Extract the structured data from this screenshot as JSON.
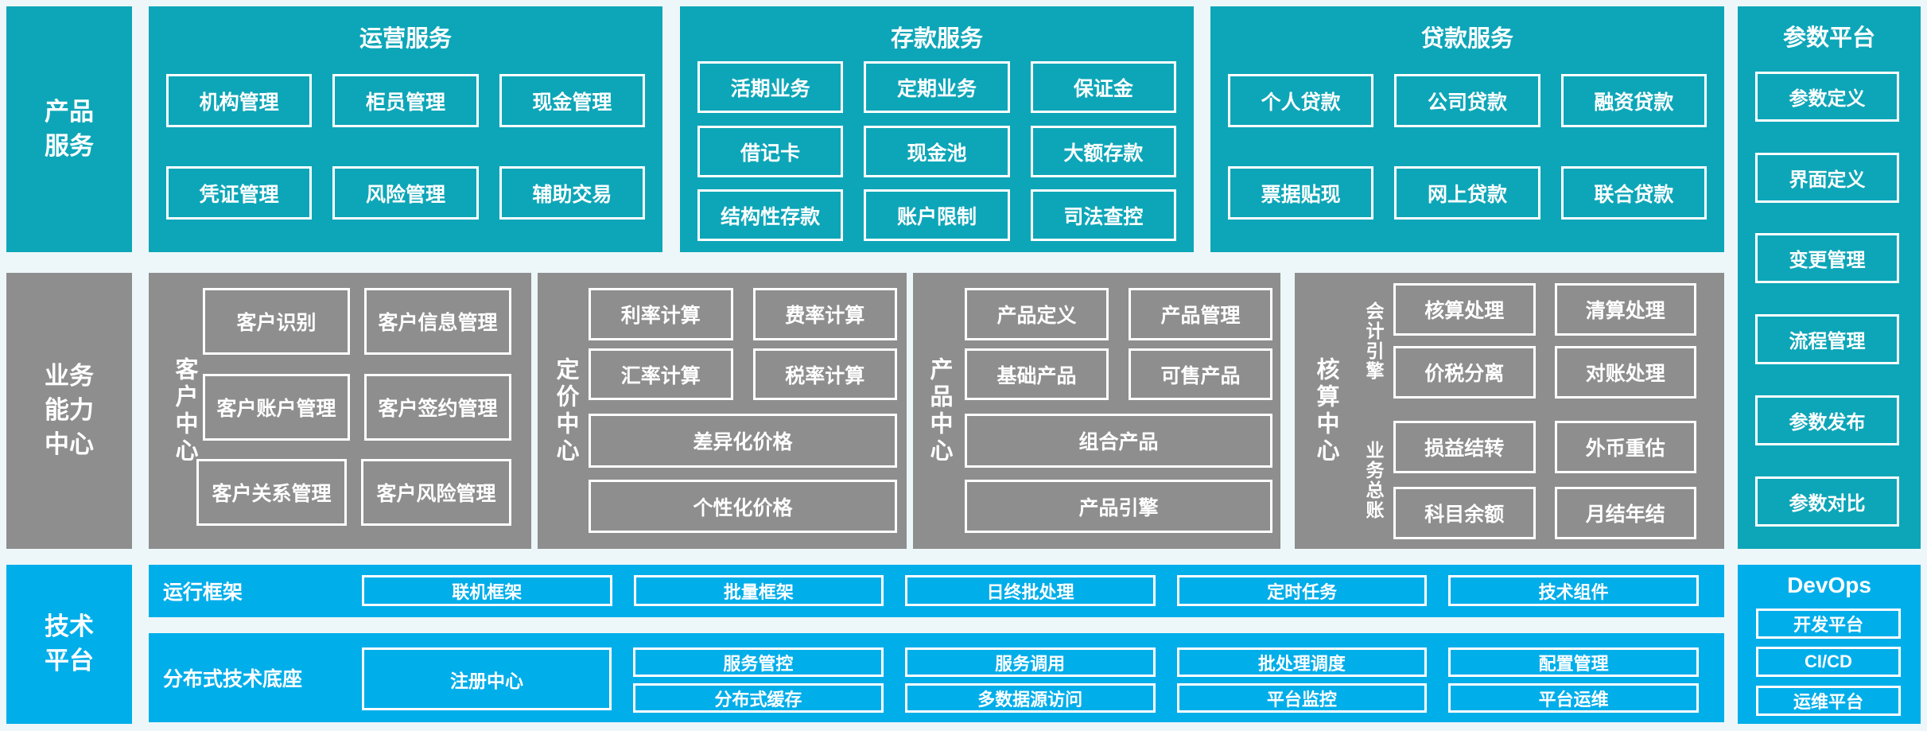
{
  "palette": {
    "teal": "#0da6b8",
    "gray": "#8e8e8e",
    "blue": "#00aeea",
    "page_bg": "#edf7f9",
    "box_border": "#ffffff"
  },
  "product_row": {
    "side_label_lines": [
      "产品",
      "服务"
    ],
    "groups": [
      {
        "title": "运营服务",
        "rows": [
          [
            "机构管理",
            "柜员管理",
            "现金管理"
          ],
          [
            "凭证管理",
            "风险管理",
            "辅助交易"
          ]
        ]
      },
      {
        "title": "存款服务",
        "rows": [
          [
            "活期业务",
            "定期业务",
            "保证金"
          ],
          [
            "借记卡",
            "现金池",
            "大额存款"
          ],
          [
            "结构性存款",
            "账户限制",
            "司法查控"
          ]
        ]
      },
      {
        "title": "贷款服务",
        "rows": [
          [
            "个人贷款",
            "公司贷款",
            "融资贷款"
          ],
          [
            "票据贴现",
            "网上贷款",
            "联合贷款"
          ]
        ]
      }
    ]
  },
  "business_row": {
    "side_label_lines": [
      "业务",
      "能力",
      "中心"
    ],
    "centers": [
      {
        "name": "客户中心",
        "pairs": [
          [
            "客户识别",
            "客户信息管理"
          ],
          [
            "客户账户管理",
            "客户签约管理"
          ],
          [
            "客户关系管理",
            "客户风险管理"
          ]
        ]
      },
      {
        "name": "定价中心",
        "pairs": [
          [
            "利率计算",
            "费率计算"
          ],
          [
            "汇率计算",
            "税率计算"
          ]
        ],
        "wide": [
          "差异化价格",
          "个性化价格"
        ]
      },
      {
        "name": "产品中心",
        "pairs": [
          [
            "产品定义",
            "产品管理"
          ],
          [
            "基础产品",
            "可售产品"
          ]
        ],
        "wide": [
          "组合产品",
          "产品引擎"
        ]
      },
      {
        "name": "核算中心",
        "subgroups": [
          {
            "name": "会计引擎",
            "pairs": [
              [
                "核算处理",
                "清算处理"
              ],
              [
                "价税分离",
                "对账处理"
              ]
            ]
          },
          {
            "name": "业务总账",
            "pairs": [
              [
                "损益结转",
                "外币重估"
              ],
              [
                "科目余额",
                "月结年结"
              ]
            ]
          }
        ]
      }
    ]
  },
  "tech_row": {
    "side_label_lines": [
      "技术",
      "平台"
    ],
    "runtime": {
      "title": "运行框架",
      "items": [
        "联机框架",
        "批量框架",
        "日终批处理",
        "定时任务",
        "技术组件"
      ]
    },
    "base": {
      "title": "分布式技术底座",
      "registry": "注册中心",
      "columns": [
        [
          "服务管控",
          "分布式缓存"
        ],
        [
          "服务调用",
          "多数据源访问"
        ],
        [
          "批处理调度",
          "平台监控"
        ],
        [
          "配置管理",
          "平台运维"
        ]
      ]
    }
  },
  "param_platform": {
    "title": "参数平台",
    "items": [
      "参数定义",
      "界面定义",
      "变更管理",
      "流程管理",
      "参数发布",
      "参数对比"
    ]
  },
  "devops": {
    "title": "DevOps",
    "items": [
      "开发平台",
      "CI/CD",
      "运维平台"
    ]
  }
}
